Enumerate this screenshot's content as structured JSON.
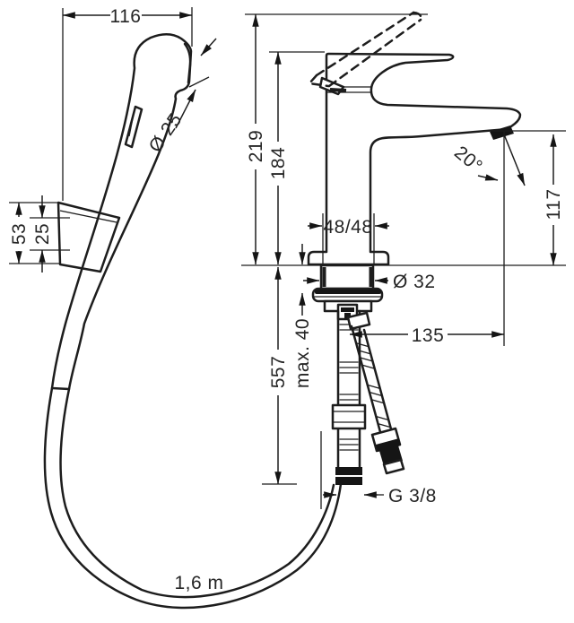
{
  "drawing": {
    "kind": "faucet-with-handshower-dimension-drawing",
    "background": "#ffffff",
    "line_color": "#1d1d1d",
    "labels": {
      "hand_shower_width": "116",
      "spray_head_diameter": "Ø 25",
      "holder_height": "53",
      "holder_offset": "25",
      "hose_length": "1,6 m",
      "total_height": "219",
      "height_to_handle": "184",
      "body_square": "48/48",
      "shank_diameter": "Ø 32",
      "spout_height": "117",
      "spray_angle": "20°",
      "spout_reach": "135",
      "max_mounting_thickness": "max. 40",
      "length_below_deck": "557",
      "connection_thread": "G 3/8"
    }
  }
}
